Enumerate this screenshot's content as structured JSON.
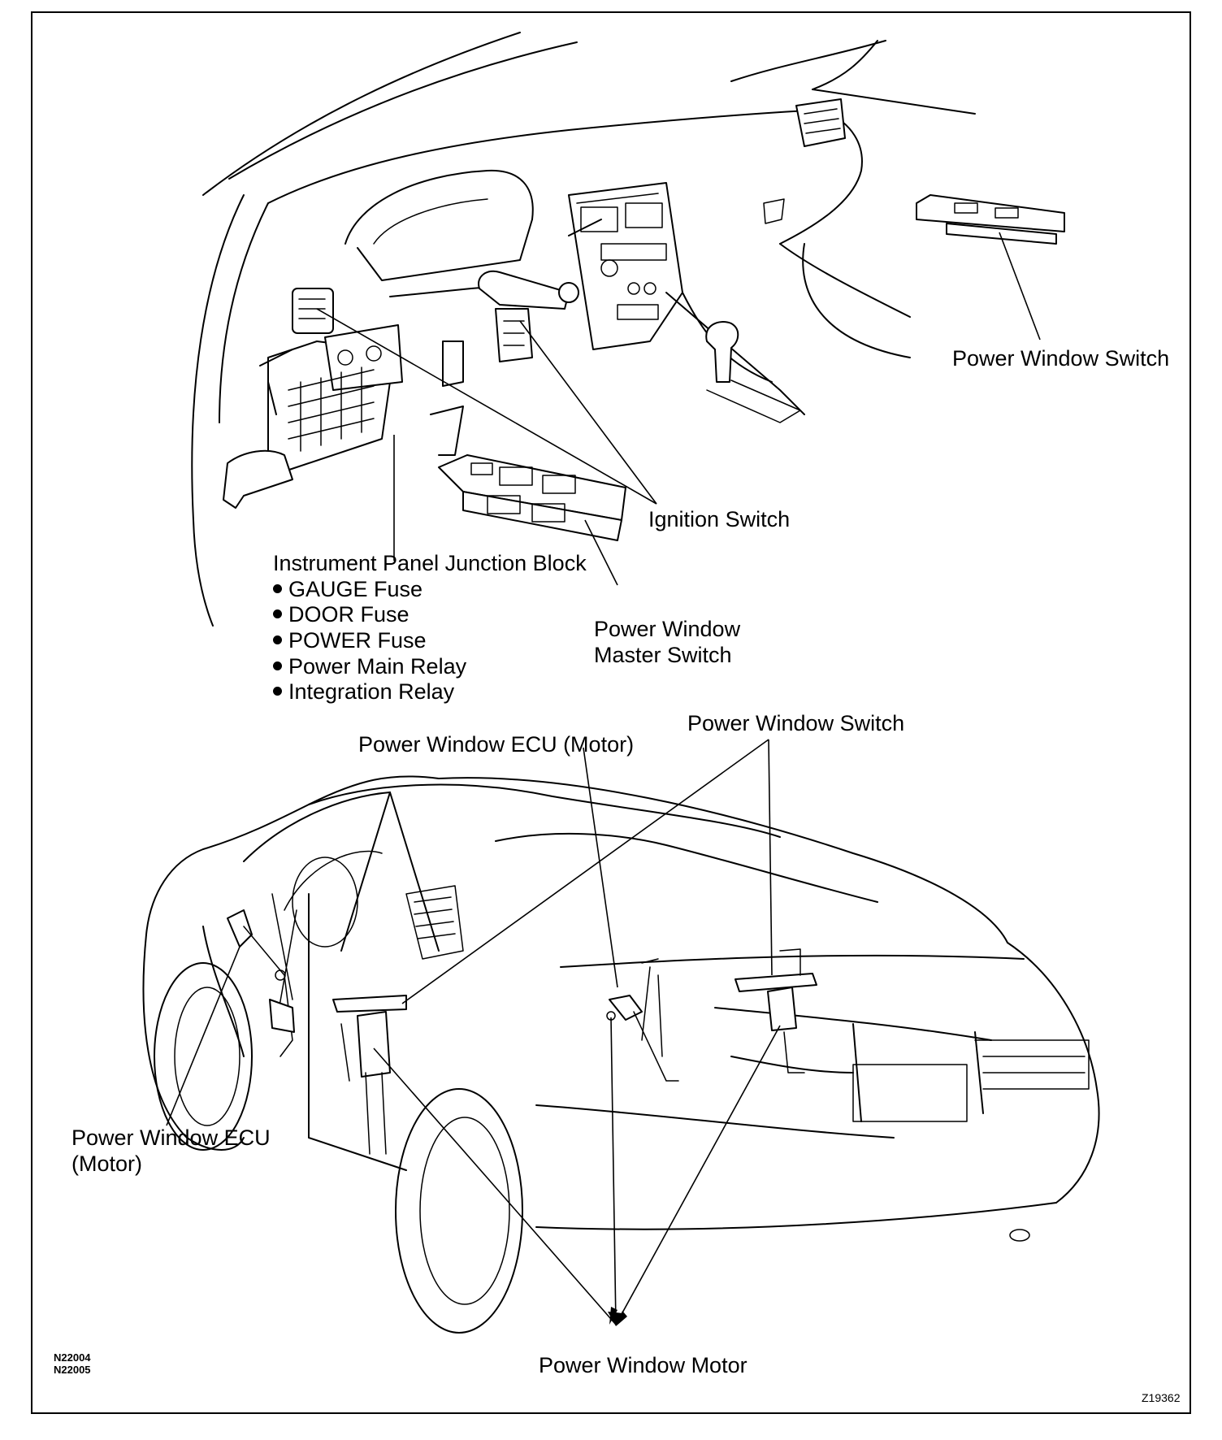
{
  "top_view": {
    "labels": {
      "power_window_switch": "Power Window Switch",
      "ignition_switch": "Ignition Switch",
      "junction_block": "Instrument Panel Junction Block",
      "master_switch_line1": "Power Window",
      "master_switch_line2": "Master Switch"
    },
    "junction_block_items": [
      "GAUGE Fuse",
      "DOOR Fuse",
      "POWER Fuse",
      "Power Main Relay",
      "Integration Relay"
    ]
  },
  "bottom_view": {
    "labels": {
      "ecu_motor_right": "Power Window ECU (Motor)",
      "power_window_switch": "Power Window Switch",
      "ecu_motor_left_line1": "Power  Window  ECU",
      "ecu_motor_left_line2": "(Motor)",
      "power_window_motor": "Power Window Motor"
    }
  },
  "reference_codes": {
    "code1": "N22004",
    "code2": "N22005",
    "figure_id": "Z19362"
  }
}
